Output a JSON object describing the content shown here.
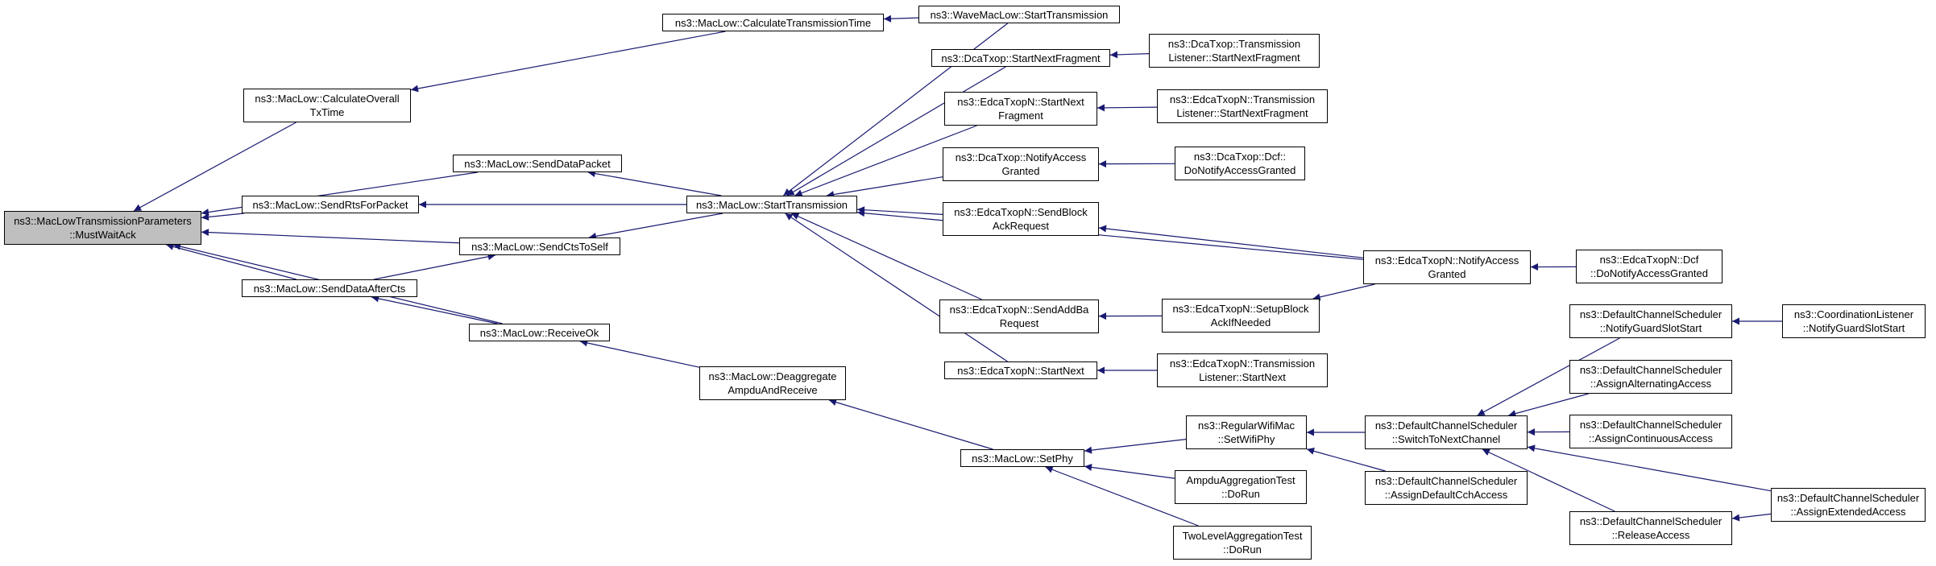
{
  "diagram": {
    "type": "call-graph",
    "edge_color": "#191970",
    "root_fill": "#bfbfbf",
    "nodes": [
      {
        "id": "root",
        "lines": [
          "ns3::MacLowTransmissionParameters",
          "::MustWaitAck"
        ]
      },
      {
        "id": "calcOverall",
        "lines": [
          "ns3::MacLow::CalculateOverall",
          "TxTime"
        ]
      },
      {
        "id": "calcTx",
        "lines": [
          "ns3::MacLow::CalculateTransmissionTime"
        ]
      },
      {
        "id": "sendDataPacket",
        "lines": [
          "ns3::MacLow::SendDataPacket"
        ]
      },
      {
        "id": "sendRts",
        "lines": [
          "ns3::MacLow::SendRtsForPacket"
        ]
      },
      {
        "id": "sendCts",
        "lines": [
          "ns3::MacLow::SendCtsToSelf"
        ]
      },
      {
        "id": "sendDataAfterCts",
        "lines": [
          "ns3::MacLow::SendDataAfterCts"
        ]
      },
      {
        "id": "receiveOk",
        "lines": [
          "ns3::MacLow::ReceiveOk"
        ]
      },
      {
        "id": "startTx",
        "lines": [
          "ns3::MacLow::StartTransmission"
        ]
      },
      {
        "id": "deagg",
        "lines": [
          "ns3::MacLow::Deaggregate",
          "AmpduAndReceive"
        ]
      },
      {
        "id": "setPhy",
        "lines": [
          "ns3::MacLow::SetPhy"
        ]
      },
      {
        "id": "waveStart",
        "lines": [
          "ns3::WaveMacLow::StartTransmission"
        ]
      },
      {
        "id": "dcaNextFrag",
        "lines": [
          "ns3::DcaTxop::StartNextFragment"
        ]
      },
      {
        "id": "edcaNextFrag",
        "lines": [
          "ns3::EdcaTxopN::StartNext",
          "Fragment"
        ]
      },
      {
        "id": "dcaNotify",
        "lines": [
          "ns3::DcaTxop::NotifyAccess",
          "Granted"
        ]
      },
      {
        "id": "edcaSendBlock",
        "lines": [
          "ns3::EdcaTxopN::SendBlock",
          "AckRequest"
        ]
      },
      {
        "id": "edcaSendAddBa",
        "lines": [
          "ns3::EdcaTxopN::SendAddBa",
          "Request"
        ]
      },
      {
        "id": "edcaStartNext",
        "lines": [
          "ns3::EdcaTxopN::StartNext"
        ]
      },
      {
        "id": "dcaListenerFrag",
        "lines": [
          "ns3::DcaTxop::Transmission",
          "Listener::StartNextFragment"
        ]
      },
      {
        "id": "edcaListenerFrag",
        "lines": [
          "ns3::EdcaTxopN::Transmission",
          "Listener::StartNextFragment"
        ]
      },
      {
        "id": "dcaDoNotify",
        "lines": [
          "ns3::DcaTxop::Dcf::",
          "DoNotifyAccessGranted"
        ]
      },
      {
        "id": "edcaSetupBlock",
        "lines": [
          "ns3::EdcaTxopN::SetupBlock",
          "AckIfNeeded"
        ]
      },
      {
        "id": "edcaListenerNext",
        "lines": [
          "ns3::EdcaTxopN::Transmission",
          "Listener::StartNext"
        ]
      },
      {
        "id": "edcaNotify",
        "lines": [
          "ns3::EdcaTxopN::NotifyAccess",
          "Granted"
        ]
      },
      {
        "id": "edcaDcfDoNotify",
        "lines": [
          "ns3::EdcaTxopN::Dcf",
          "::DoNotifyAccessGranted"
        ]
      },
      {
        "id": "regularSetPhy",
        "lines": [
          "ns3::RegularWifiMac",
          "::SetWifiPhy"
        ]
      },
      {
        "id": "ampduTest",
        "lines": [
          "AmpduAggregationTest",
          "::DoRun"
        ]
      },
      {
        "id": "twoLevelTest",
        "lines": [
          "TwoLevelAggregationTest",
          "::DoRun"
        ]
      },
      {
        "id": "switchNext",
        "lines": [
          "ns3::DefaultChannelScheduler",
          "::SwitchToNextChannel"
        ]
      },
      {
        "id": "assignDefaultCch",
        "lines": [
          "ns3::DefaultChannelScheduler",
          "::AssignDefaultCchAccess"
        ]
      },
      {
        "id": "notifyGuard",
        "lines": [
          "ns3::DefaultChannelScheduler",
          "::NotifyGuardSlotStart"
        ]
      },
      {
        "id": "assignAlternating",
        "lines": [
          "ns3::DefaultChannelScheduler",
          "::AssignAlternatingAccess"
        ]
      },
      {
        "id": "assignContinuous",
        "lines": [
          "ns3::DefaultChannelScheduler",
          "::AssignContinuousAccess"
        ]
      },
      {
        "id": "releaseAccess",
        "lines": [
          "ns3::DefaultChannelScheduler",
          "::ReleaseAccess"
        ]
      },
      {
        "id": "coordNotify",
        "lines": [
          "ns3::CoordinationListener",
          "::NotifyGuardSlotStart"
        ]
      },
      {
        "id": "assignExtended",
        "lines": [
          "ns3::DefaultChannelScheduler",
          "::AssignExtendedAccess"
        ]
      }
    ],
    "edges": [
      {
        "from": "calcOverall",
        "to": "root"
      },
      {
        "from": "sendDataPacket",
        "to": "root"
      },
      {
        "from": "sendRts",
        "to": "root"
      },
      {
        "from": "sendCts",
        "to": "root"
      },
      {
        "from": "sendDataAfterCts",
        "to": "root"
      },
      {
        "from": "receiveOk",
        "to": "root"
      },
      {
        "from": "calcTx",
        "to": "calcOverall"
      },
      {
        "from": "waveStart",
        "to": "calcTx"
      },
      {
        "from": "startTx",
        "to": "sendDataPacket"
      },
      {
        "from": "startTx",
        "to": "sendRts"
      },
      {
        "from": "startTx",
        "to": "sendCts"
      },
      {
        "from": "sendDataAfterCts",
        "to": "sendCts"
      },
      {
        "from": "receiveOk",
        "to": "sendDataAfterCts"
      },
      {
        "from": "deagg",
        "to": "receiveOk"
      },
      {
        "from": "setPhy",
        "to": "deagg"
      },
      {
        "from": "waveStart",
        "to": "startTx"
      },
      {
        "from": "dcaNextFrag",
        "to": "startTx"
      },
      {
        "from": "edcaNextFrag",
        "to": "startTx"
      },
      {
        "from": "dcaNotify",
        "to": "startTx"
      },
      {
        "from": "edcaSendBlock",
        "to": "startTx"
      },
      {
        "from": "edcaNotify",
        "to": "startTx"
      },
      {
        "from": "edcaSendAddBa",
        "to": "startTx"
      },
      {
        "from": "edcaStartNext",
        "to": "startTx"
      },
      {
        "from": "dcaListenerFrag",
        "to": "dcaNextFrag"
      },
      {
        "from": "edcaListenerFrag",
        "to": "edcaNextFrag"
      },
      {
        "from": "dcaDoNotify",
        "to": "dcaNotify"
      },
      {
        "from": "edcaNotify",
        "to": "edcaSendBlock"
      },
      {
        "from": "edcaSetupBlock",
        "to": "edcaSendAddBa"
      },
      {
        "from": "edcaNotify",
        "to": "edcaSetupBlock"
      },
      {
        "from": "edcaDcfDoNotify",
        "to": "edcaNotify"
      },
      {
        "from": "edcaListenerNext",
        "to": "edcaStartNext"
      },
      {
        "from": "regularSetPhy",
        "to": "setPhy"
      },
      {
        "from": "ampduTest",
        "to": "setPhy"
      },
      {
        "from": "twoLevelTest",
        "to": "setPhy"
      },
      {
        "from": "switchNext",
        "to": "regularSetPhy"
      },
      {
        "from": "assignDefaultCch",
        "to": "regularSetPhy"
      },
      {
        "from": "notifyGuard",
        "to": "switchNext"
      },
      {
        "from": "assignAlternating",
        "to": "switchNext"
      },
      {
        "from": "assignContinuous",
        "to": "switchNext"
      },
      {
        "from": "assignExtended",
        "to": "switchNext"
      },
      {
        "from": "releaseAccess",
        "to": "switchNext"
      },
      {
        "from": "coordNotify",
        "to": "notifyGuard"
      },
      {
        "from": "assignExtended",
        "to": "releaseAccess"
      }
    ]
  }
}
